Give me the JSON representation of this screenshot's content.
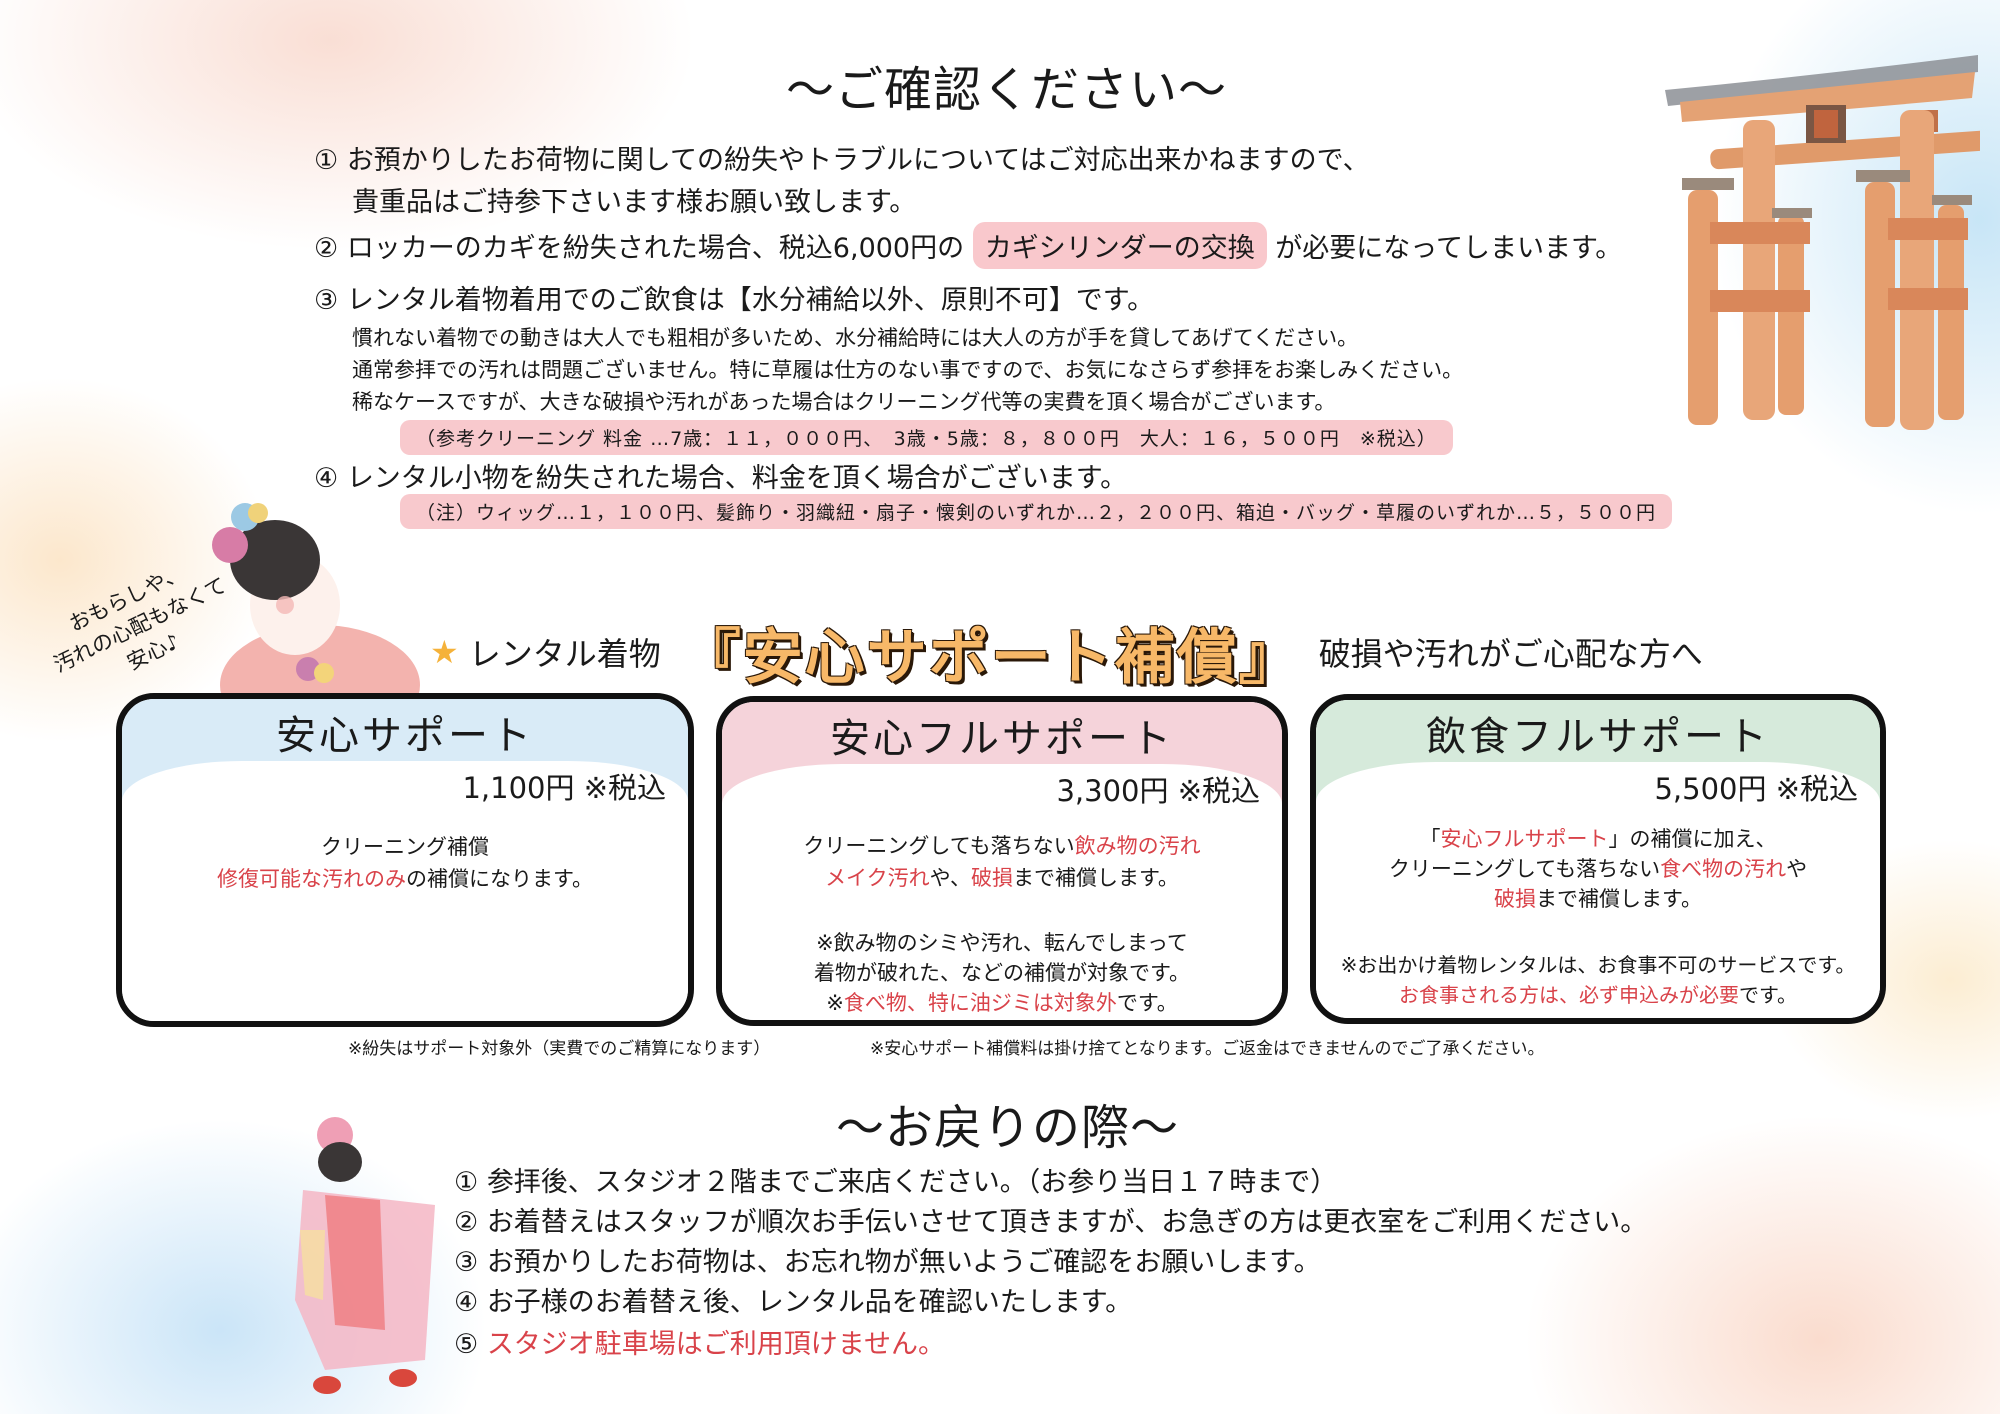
{
  "confirm_section": {
    "title": "～ご確認ください～",
    "items": [
      {
        "number": "①",
        "text_line1": "お預かりしたお荷物に関しての紛失やトラブルについてはご対応出来かねますので、",
        "text_line2": "貴重品はご持参下さいます様お願い致します。"
      },
      {
        "number": "②",
        "text_before": "ロッカーのカギを紛失された場合、税込6,000円の",
        "highlight": "カギシリンダーの交換",
        "text_after": "が必要になってしまいます。"
      },
      {
        "number": "③",
        "text": "レンタル着物着用でのご飲食は【水分補給以外、原則不可】です。",
        "details": [
          "慣れない着物での動きは大人でも粗相が多いため、水分補給時には大人の方が手を貸してあげてください。",
          "通常参拝での汚れは問題ございません。特に草履は仕方のない事ですので、お気になさらず参拝をお楽しみください。",
          "稀なケースですが、大きな破損や汚れがあった場合はクリーニング代等の実費を頂く場合がございます。"
        ],
        "note": "（参考クリーニング 料金 …7歳：１１，０００円、　3歳・5歳：８，８００円　大人：１６，５００円　※税込）"
      },
      {
        "number": "④",
        "text": "レンタル小物を紛失された場合、料金を頂く場合がございます。",
        "note": "（注）ウィッグ…１，１００円、髪飾り・羽織紐・扇子・懐剣のいずれか…２，２００円、箱迫・バッグ・草履のいずれか…５，５００円"
      }
    ]
  },
  "side_caption": {
    "line1": "おもらしや、",
    "line2": "汚れの心配もなくて",
    "line3": "安心♪"
  },
  "banner": {
    "star": "★",
    "prefix": "レンタル着物",
    "main": "『安心サポート補償』",
    "suffix": "破損や汚れがご心配な方へ"
  },
  "plans": [
    {
      "title": "安心サポート",
      "price": "1,100円 ※税込",
      "header_color": "#d9ebf7",
      "lines": [
        [
          {
            "t": "クリーニング補償",
            "red": false
          }
        ],
        [
          {
            "t": "修復可能な汚れのみ",
            "red": true
          },
          {
            "t": "の補償になります。",
            "red": false
          }
        ]
      ]
    },
    {
      "title": "安心フルサポート",
      "price": "3,300円 ※税込",
      "header_color": "#f5d3da",
      "lines": [
        [
          {
            "t": "クリーニングしても落ちない",
            "red": false
          },
          {
            "t": "飲み物の汚れ",
            "red": true
          }
        ],
        [
          {
            "t": "メイク汚れ",
            "red": true
          },
          {
            "t": "や、",
            "red": false
          },
          {
            "t": "破損",
            "red": true
          },
          {
            "t": "まで補償します。",
            "red": false
          }
        ]
      ],
      "notes": [
        [
          {
            "t": "※飲み物のシミや汚れ、転んでしまって",
            "red": false
          }
        ],
        [
          {
            "t": "着物が破れた、などの補償が対象です。",
            "red": false
          }
        ],
        [
          {
            "t": "※",
            "red": false
          },
          {
            "t": "食べ物、特に油ジミは対象外",
            "red": true
          },
          {
            "t": "です。",
            "red": false
          }
        ]
      ]
    },
    {
      "title": "飲食フルサポート",
      "price": "5,500円 ※税込",
      "header_color": "#d6eadb",
      "lines": [
        [
          {
            "t": "「",
            "red": false
          },
          {
            "t": "安心フルサポート",
            "red": true
          },
          {
            "t": "」の補償に加え、",
            "red": false
          }
        ],
        [
          {
            "t": "クリーニングしても落ちない",
            "red": false
          },
          {
            "t": "食べ物の汚れ",
            "red": true
          },
          {
            "t": "や",
            "red": false
          }
        ],
        [
          {
            "t": "破損",
            "red": true
          },
          {
            "t": "まで補償します。",
            "red": false
          }
        ]
      ],
      "notes": [
        [
          {
            "t": "※お出かけ着物レンタルは、お食事不可のサービスです。",
            "red": false
          }
        ],
        [
          {
            "t": "お食事される方は、必ず申込みが必要",
            "red": true
          },
          {
            "t": "です。",
            "red": false
          }
        ]
      ]
    }
  ],
  "footnotes": {
    "left": "※紛失はサポート対象外（実費でのご精算になります）",
    "right": "※安心サポート補償料は掛け捨てとなります。ご返金はできませんのでご了承ください。"
  },
  "return_section": {
    "title": "～お戻りの際～",
    "items": [
      {
        "number": "①",
        "text": "参拝後、スタジオ２階までご来店ください。（お参り当日１７時まで）",
        "red": false
      },
      {
        "number": "②",
        "text": "お着替えはスタッフが順次お手伝いさせて頂きますが、お急ぎの方は更衣室をご利用ください。",
        "red": false
      },
      {
        "number": "③",
        "text": "お預かりしたお荷物は、お忘れ物が無いようご確認をお願いします。",
        "red": false
      },
      {
        "number": "④",
        "text": "お子様のお着替え後、レンタル品を確認いたします。",
        "red": false
      },
      {
        "number": "⑤",
        "text": "スタジオ駐車場はご利用頂けません。",
        "red": true
      }
    ]
  },
  "colors": {
    "accent_red": "#d9434a",
    "highlight_pink": "#f9c8cc",
    "banner_orange": "#f7b868",
    "star_gold": "#f5b23a",
    "torii_orange": "#d98a5a"
  }
}
